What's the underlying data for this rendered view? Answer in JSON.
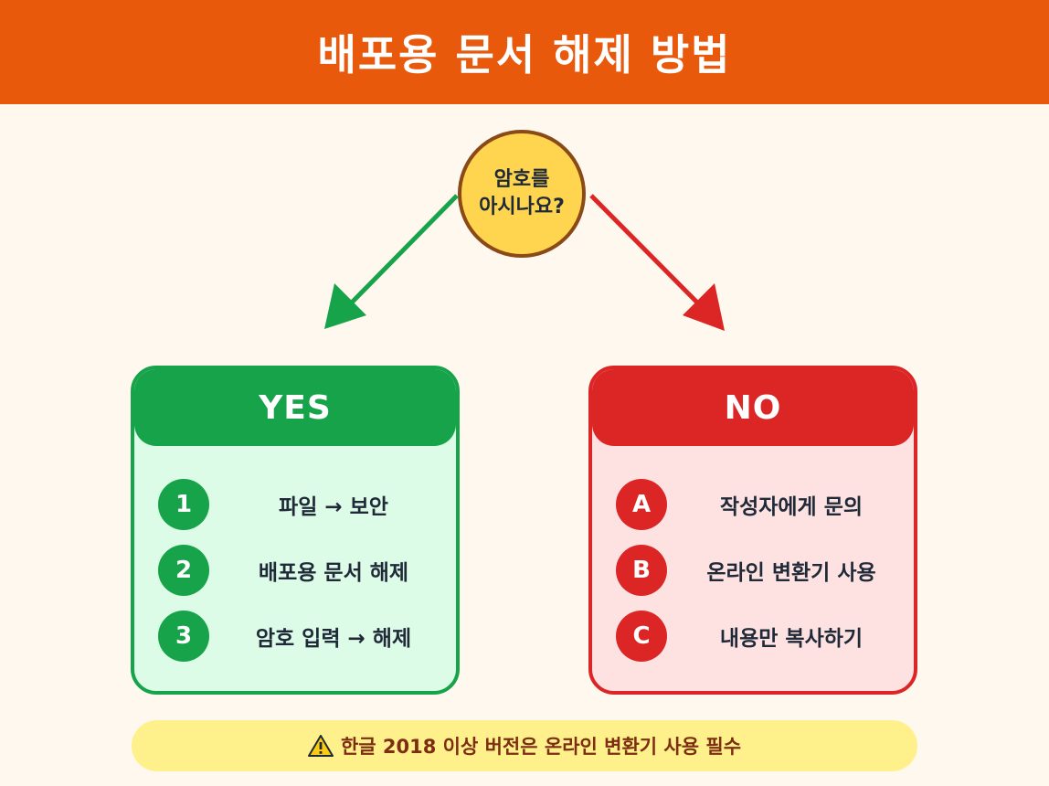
{
  "header": {
    "title": "배포용 문서 해제 방법"
  },
  "question": {
    "line1": "암호를",
    "line2": "아시나요?"
  },
  "yes": {
    "title": "YES",
    "steps": [
      {
        "badge": "1",
        "label": "파일 → 보안"
      },
      {
        "badge": "2",
        "label": "배포용 문서 해제"
      },
      {
        "badge": "3",
        "label": "암호 입력 → 해제"
      }
    ]
  },
  "no": {
    "title": "NO",
    "steps": [
      {
        "badge": "A",
        "label": "작성자에게 문의"
      },
      {
        "badge": "B",
        "label": "온라인 변환기 사용"
      },
      {
        "badge": "C",
        "label": "내용만 복사하기"
      }
    ]
  },
  "note": {
    "text": "한글 2018 이상 버전은 온라인 변환기 사용 필수"
  },
  "colors": {
    "header": "#e8590c",
    "yes": "#16a34a",
    "no": "#dc2626",
    "question": "#ffd54f",
    "note": "#fef08a"
  }
}
